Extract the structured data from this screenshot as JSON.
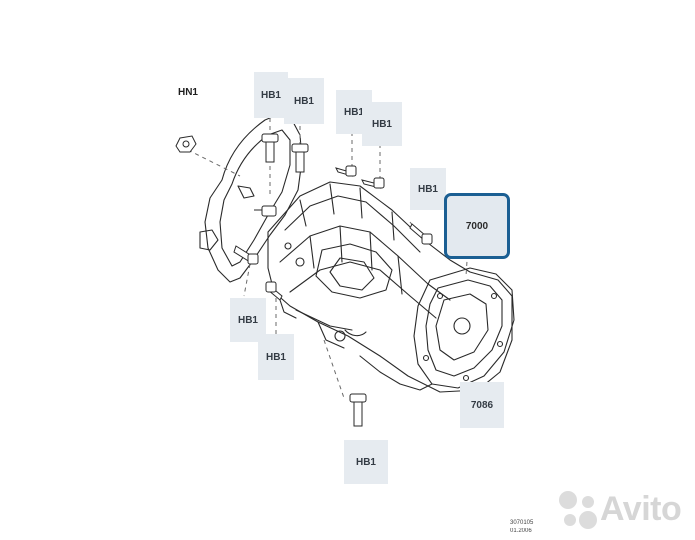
{
  "callouts": {
    "hn1": "HN1",
    "hb1_a": "HB1",
    "hb1_b": "HB1",
    "hb1_c": "HB1",
    "hb1_d": "HB1",
    "hb1_e": "HB1",
    "hb1_f": "HB1",
    "hb1_g": "HB1",
    "hb1_h": "HB1",
    "part_7000": "7000",
    "part_7086": "7086"
  },
  "highlight_color": "#1b5f93",
  "doc_ref": {
    "line1": "3070105",
    "line2": "01.2006"
  },
  "watermark": {
    "text": "Avito",
    "icon": "avito-dots-logo"
  }
}
